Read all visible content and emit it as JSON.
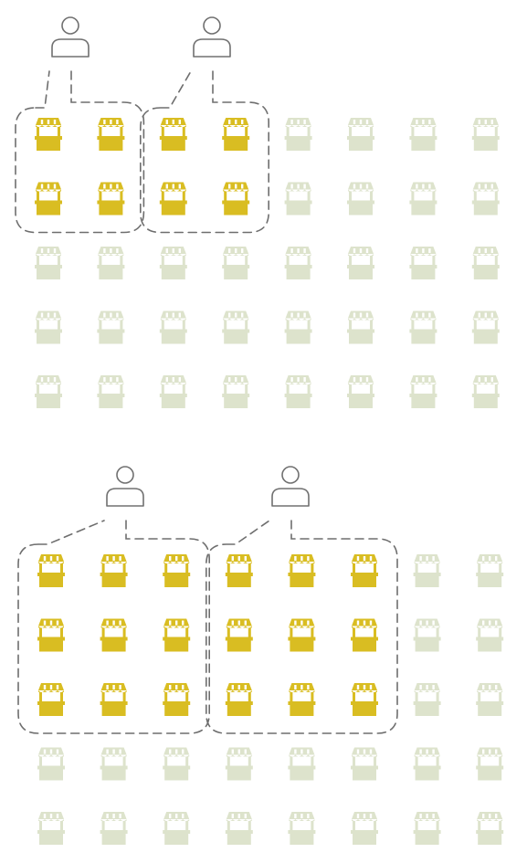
{
  "colors": {
    "active_stall": "#d9bd22",
    "inactive_stall": "#dde3cc",
    "group_outline": "#6e6e6e",
    "person_outline": "#707070",
    "background": "#ffffff"
  },
  "icons": {
    "stall": "market-stall-icon",
    "person": "person-icon"
  },
  "panels": [
    {
      "id": "top",
      "stall_grid": {
        "rows": 5,
        "cols": 8
      },
      "groups": [
        {
          "person": "user-1",
          "rows": [
            0,
            1
          ],
          "cols": [
            0,
            1
          ]
        },
        {
          "person": "user-2",
          "rows": [
            0,
            1
          ],
          "cols": [
            2,
            3
          ]
        }
      ]
    },
    {
      "id": "bottom",
      "stall_grid": {
        "rows": 5,
        "cols": 8
      },
      "groups": [
        {
          "person": "user-1",
          "rows": [
            0,
            2
          ],
          "cols": [
            0,
            2
          ]
        },
        {
          "person": "user-2",
          "rows": [
            0,
            2
          ],
          "cols": [
            3,
            5
          ]
        }
      ]
    }
  ]
}
